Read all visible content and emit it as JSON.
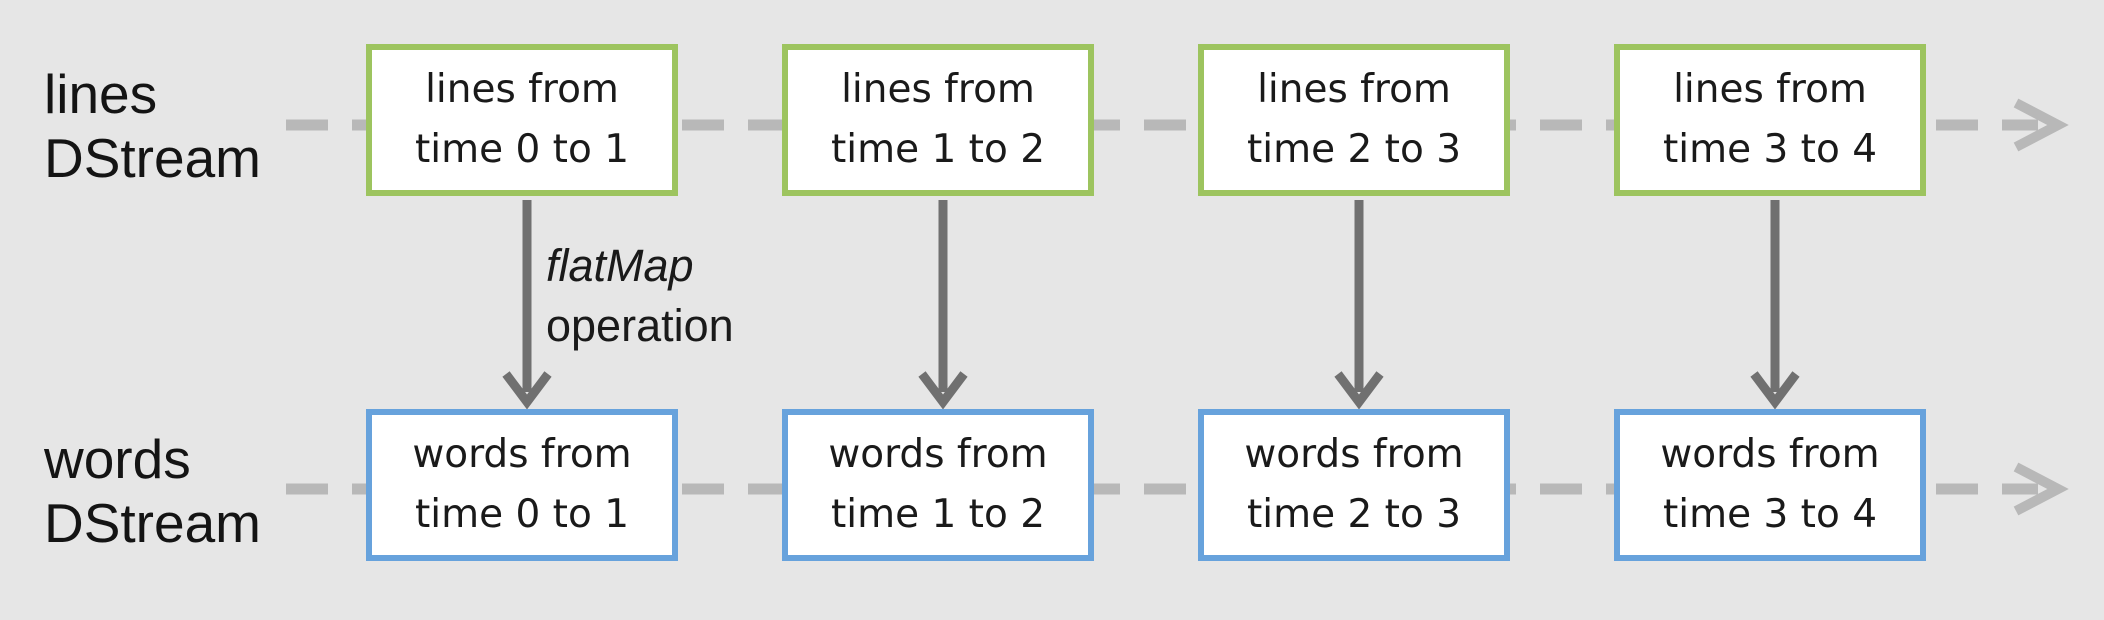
{
  "rows": {
    "lines": {
      "label_line1": "lines",
      "label_line2": "DStream",
      "boxes": [
        {
          "line1": "lines from",
          "line2": "time 0 to 1"
        },
        {
          "line1": "lines from",
          "line2": "time 1 to 2"
        },
        {
          "line1": "lines from",
          "line2": "time 2 to 3"
        },
        {
          "line1": "lines from",
          "line2": "time 3 to 4"
        }
      ]
    },
    "words": {
      "label_line1": "words",
      "label_line2": "DStream",
      "boxes": [
        {
          "line1": "words from",
          "line2": "time 0 to 1"
        },
        {
          "line1": "words from",
          "line2": "time 1 to 2"
        },
        {
          "line1": "words from",
          "line2": "time 2 to 3"
        },
        {
          "line1": "words from",
          "line2": "time 3 to 4"
        }
      ]
    }
  },
  "operation": {
    "name": "flatMap",
    "suffix": "operation"
  },
  "colors": {
    "background": "#e6e6e6",
    "lines_border": "#9dc45f",
    "words_border": "#67a2dc",
    "stream_line": "#b8b8b8",
    "arrow": "#707070"
  }
}
